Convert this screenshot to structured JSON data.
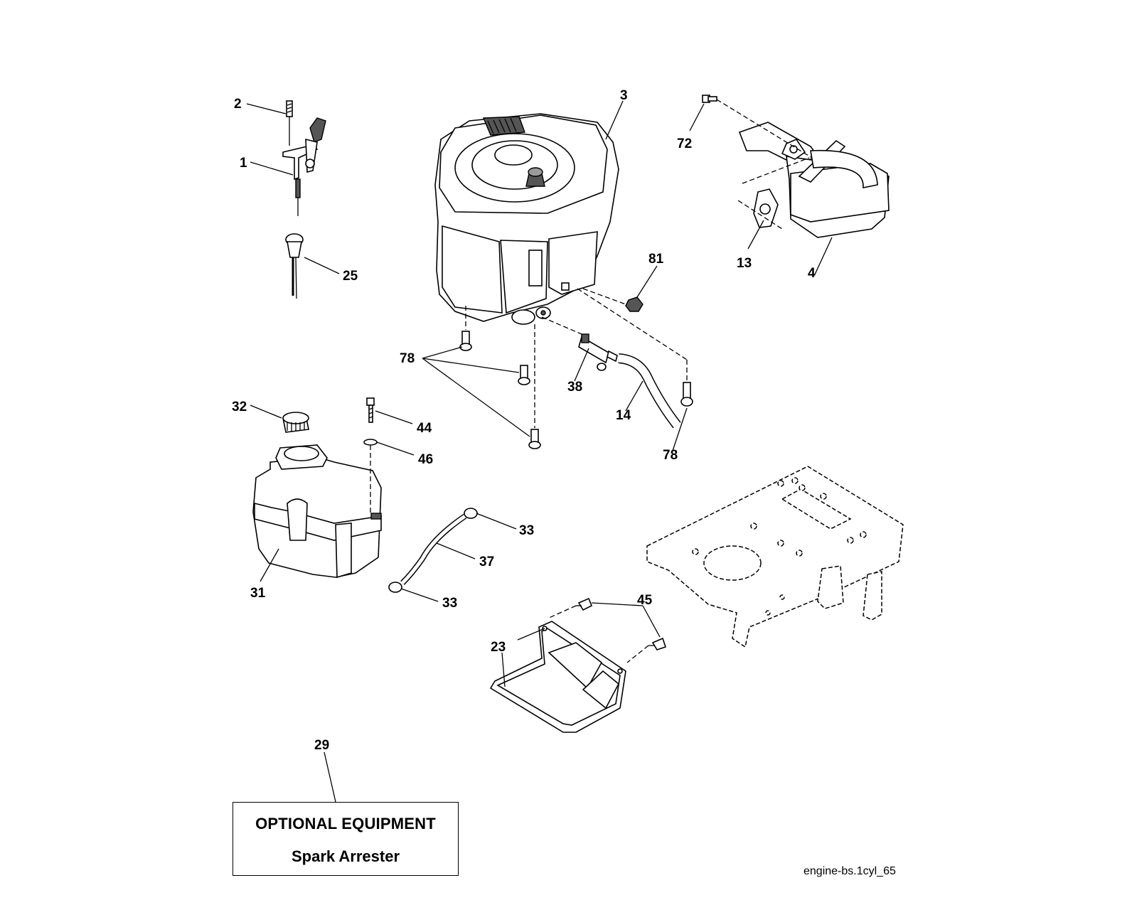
{
  "callouts": {
    "c1": "1",
    "c2": "2",
    "c3": "3",
    "c4": "4",
    "c13": "13",
    "c14": "14",
    "c23": "23",
    "c25": "25",
    "c29": "29",
    "c31": "31",
    "c32": "32",
    "c33a": "33",
    "c33b": "33",
    "c37": "37",
    "c38": "38",
    "c44": "44",
    "c45": "45",
    "c46": "46",
    "c72": "72",
    "c78a": "78",
    "c78b": "78",
    "c81": "81"
  },
  "optional_box": {
    "title": "OPTIONAL EQUIPMENT",
    "subtitle": "Spark Arrester"
  },
  "file_code": "engine-bs.1cyl_65"
}
